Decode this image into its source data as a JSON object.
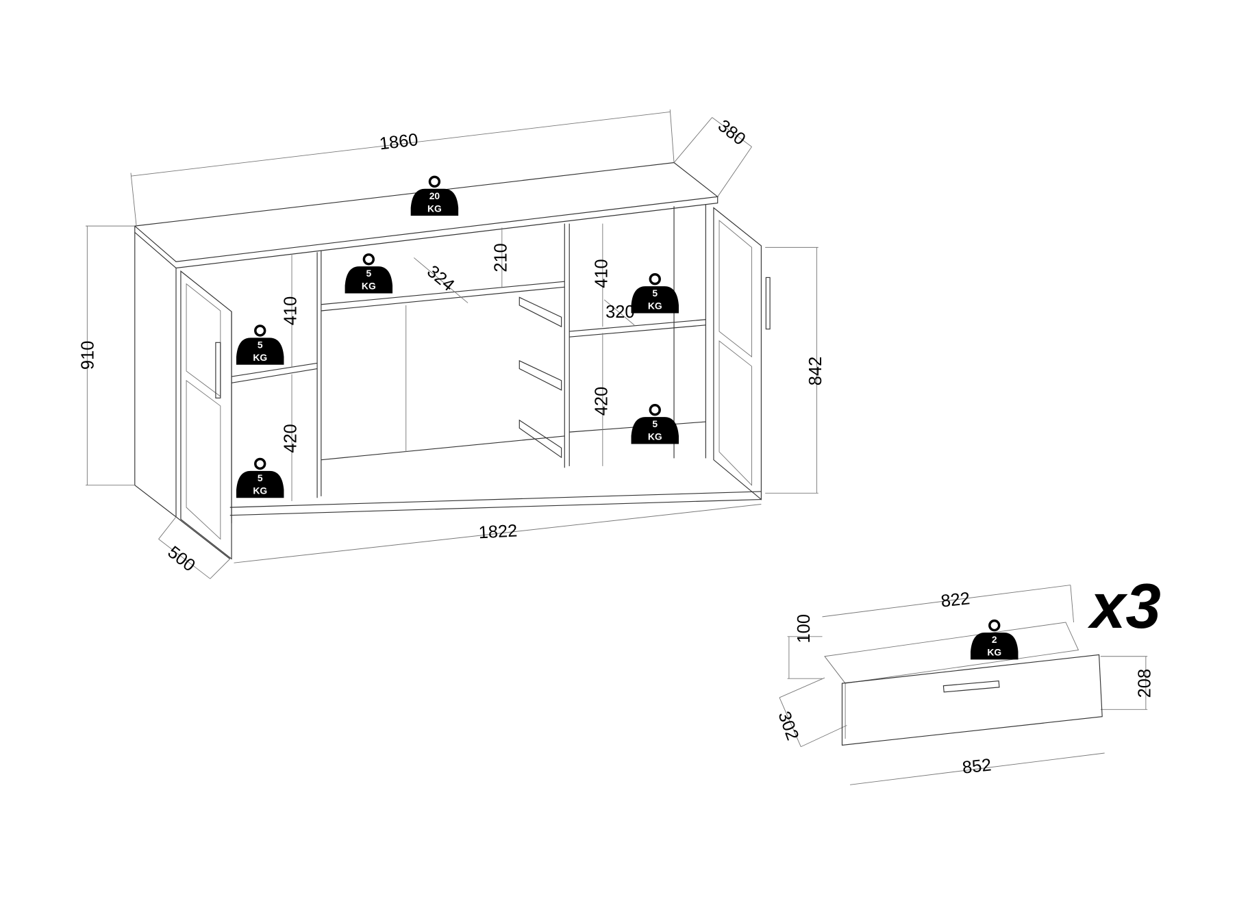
{
  "dimensions": {
    "cabinet_width_top": "1860",
    "cabinet_depth_top": "380",
    "cabinet_height": "910",
    "cabinet_inner_height": "842",
    "cabinet_width_bottom": "1822",
    "cabinet_depth_bottom": "500",
    "left_upper_compartment": "410",
    "left_lower_compartment": "420",
    "center_shelf_depth": "324",
    "center_upper_compartment": "210",
    "right_upper_compartment": "410",
    "right_shelf_depth": "320",
    "right_lower_compartment": "420",
    "drawer_inner_width": "822",
    "drawer_side_height": "100",
    "drawer_front_height": "208",
    "drawer_depth": "302",
    "drawer_front_width": "852"
  },
  "weights": {
    "top": {
      "value": "20",
      "unit": "KG"
    },
    "center_shelf": {
      "value": "5",
      "unit": "KG"
    },
    "left_shelf": {
      "value": "5",
      "unit": "KG"
    },
    "left_bottom": {
      "value": "5",
      "unit": "KG"
    },
    "right_shelf": {
      "value": "5",
      "unit": "KG"
    },
    "right_bottom": {
      "value": "5",
      "unit": "KG"
    },
    "drawer": {
      "value": "2",
      "unit": "KG"
    }
  },
  "drawer_quantity": "x3"
}
